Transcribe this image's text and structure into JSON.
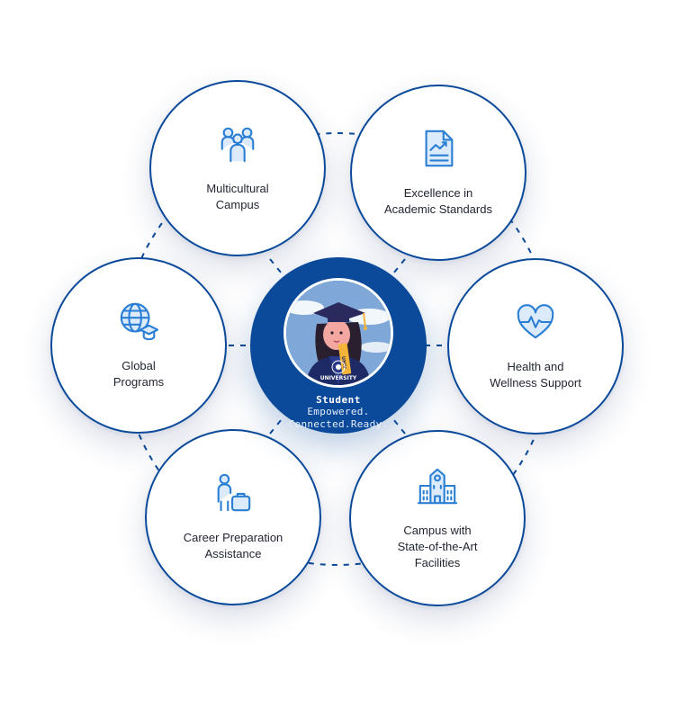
{
  "center": {
    "title": "Student",
    "tagline_line1": "Empowered.",
    "tagline_line2": "Connected.Ready.",
    "badge_text": "UNIVERSITY",
    "sash_text": "UNIV",
    "avatar_icon": "graduate-student-avatar"
  },
  "nodes": [
    {
      "id": "multicultural",
      "icon": "people-group-icon",
      "line1": "Multicultural",
      "line2": "Campus"
    },
    {
      "id": "academic",
      "icon": "document-chart-icon",
      "line1": "Excellence in",
      "line2": "Academic Standards"
    },
    {
      "id": "health",
      "icon": "heart-pulse-icon",
      "line1": "Health and",
      "line2": "Wellness Support"
    },
    {
      "id": "facilities",
      "icon": "campus-building-icon",
      "line1": "Campus with",
      "line2": "State-of-the-Art",
      "line3": "Facilities"
    },
    {
      "id": "career",
      "icon": "person-briefcase-icon",
      "line1": "Career Preparation",
      "line2": "Assistance"
    },
    {
      "id": "global",
      "icon": "globe-graduation-cap-icon",
      "line1": "Global",
      "line2": "Programs"
    }
  ],
  "colors": {
    "primary": "#0b4a9a",
    "icon_blue": "#2a7fd4",
    "icon_fill": "#dcebfb",
    "text": "#1f2430"
  }
}
